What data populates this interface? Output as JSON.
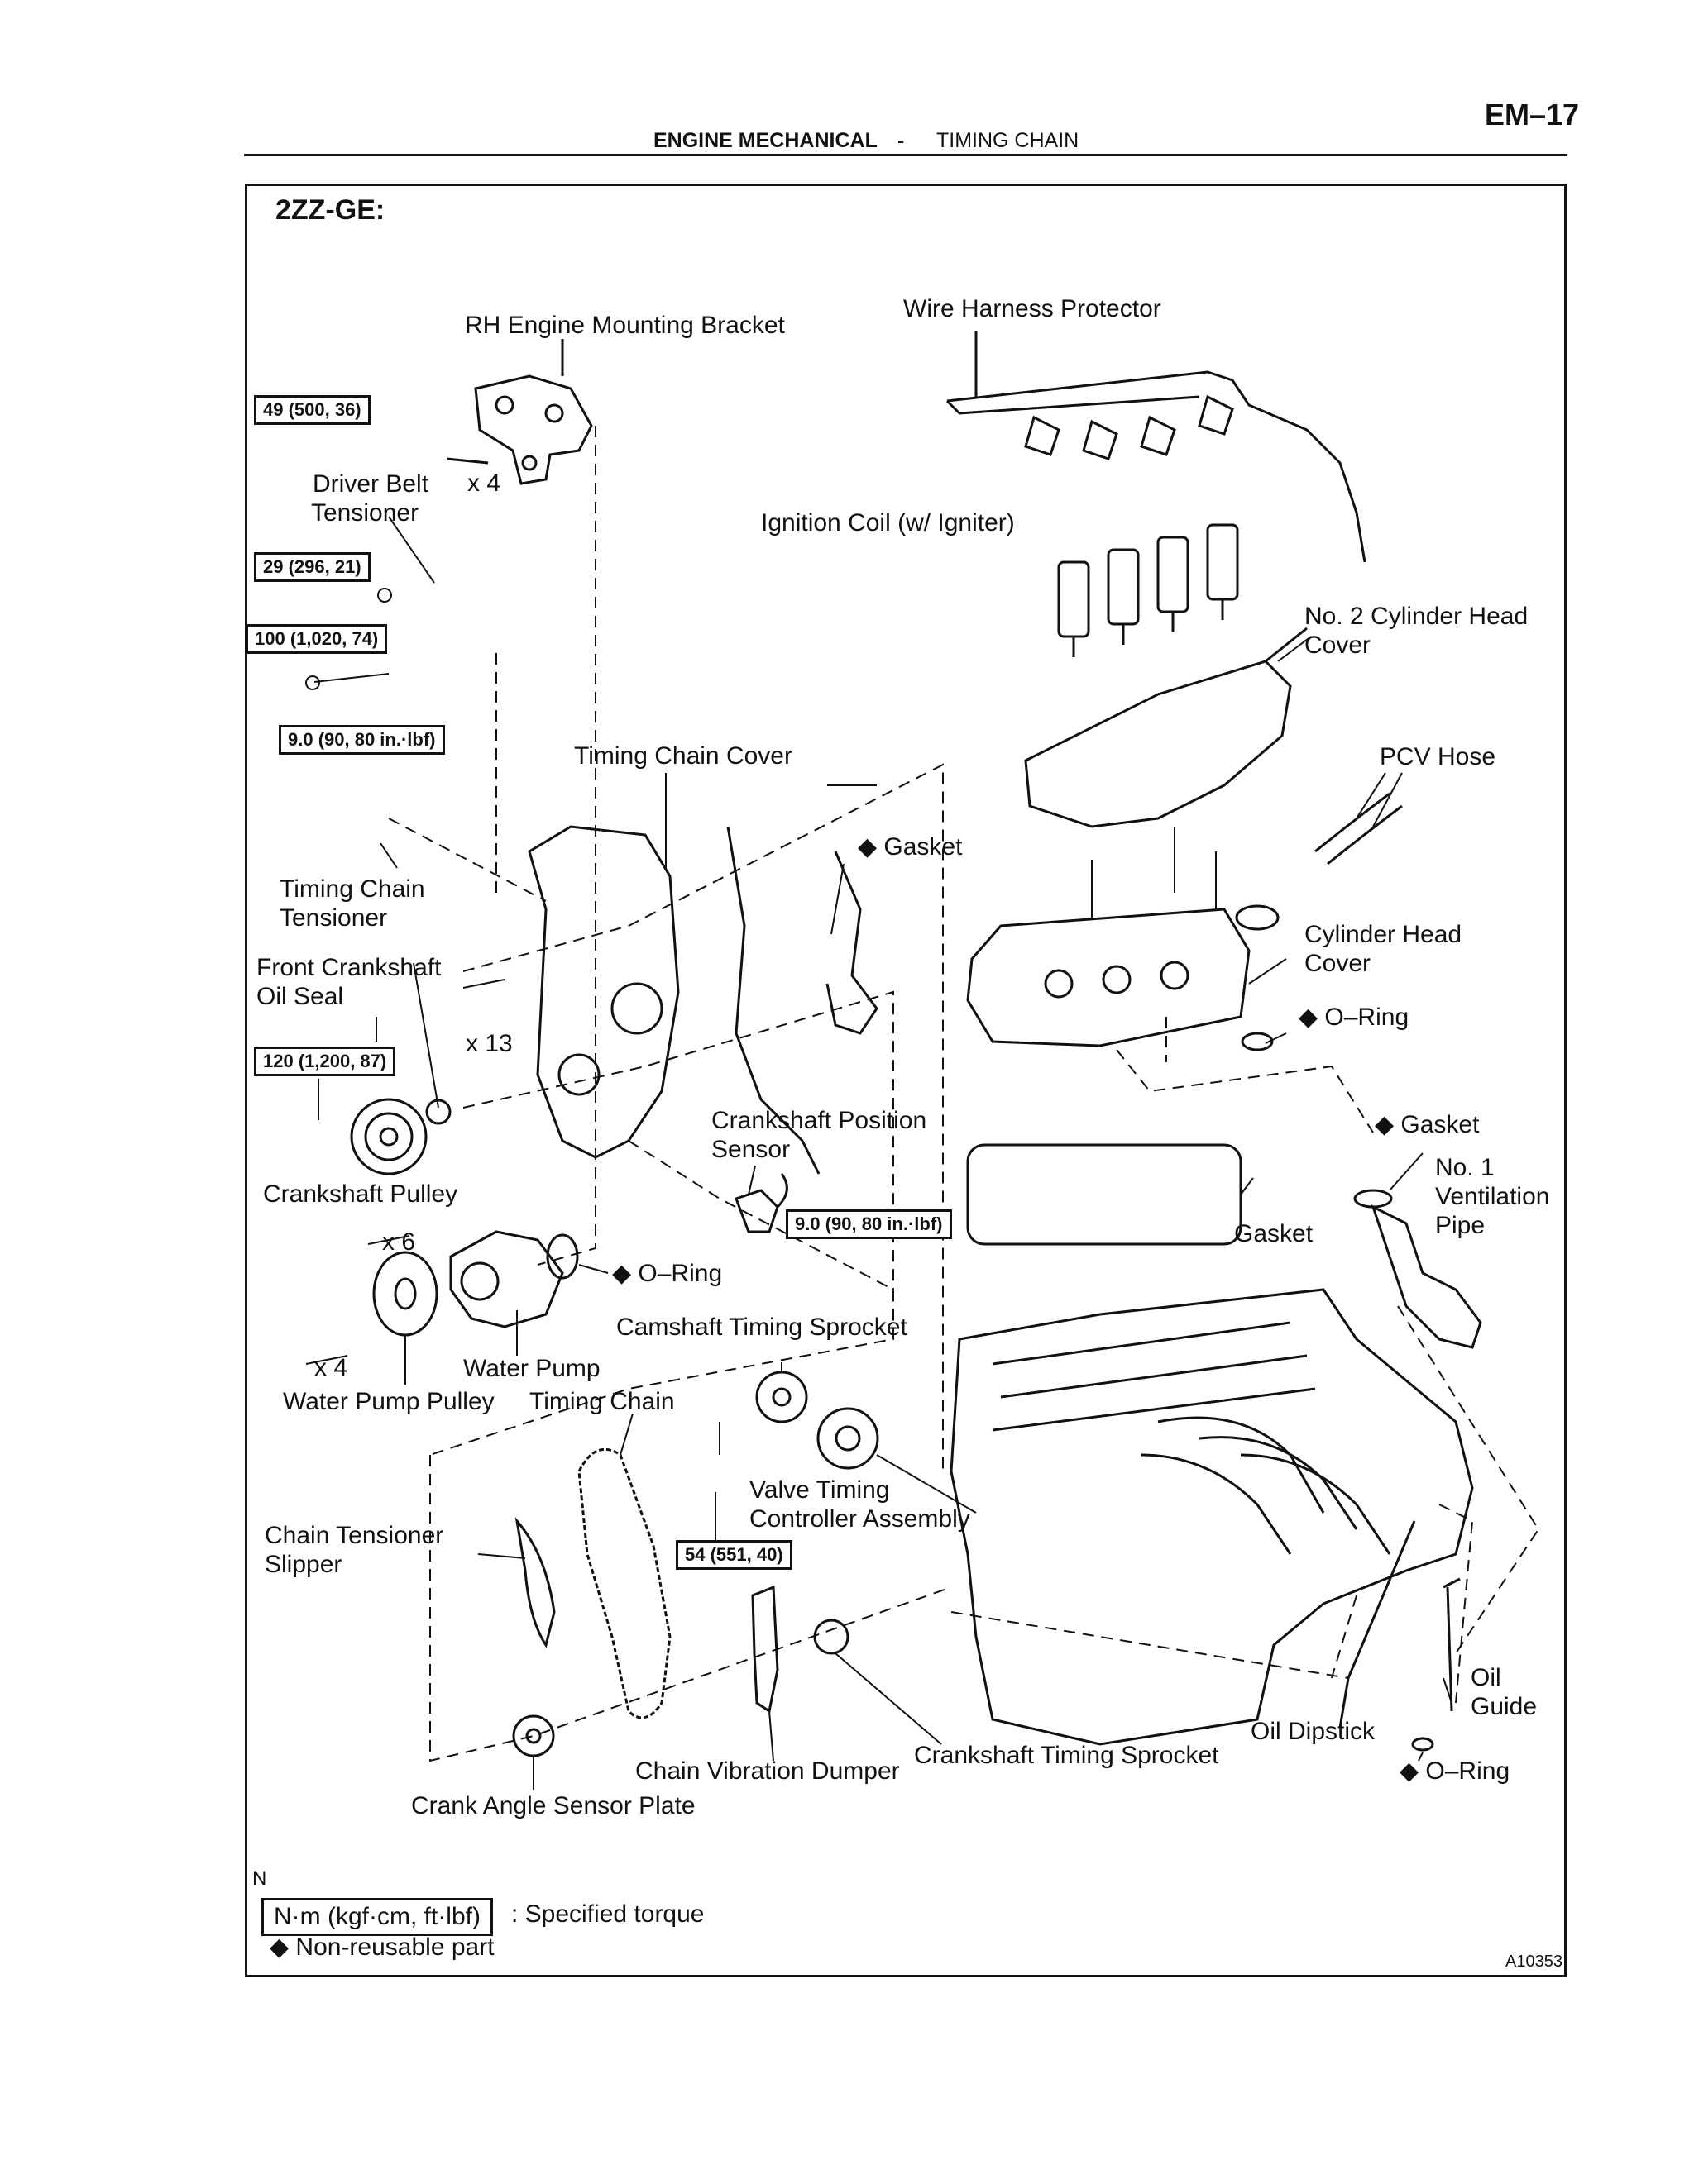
{
  "header": {
    "page_number": "EM–17",
    "section": "ENGINE MECHANICAL",
    "separator": "-",
    "subsection": "TIMING CHAIN"
  },
  "engine_code": "2ZZ-GE:",
  "labels": {
    "rh_bracket": "RH Engine Mounting Bracket",
    "wire_harness": "Wire Harness Protector",
    "x4_a": "x 4",
    "driver_belt_1": "Driver Belt",
    "driver_belt_2": "Tensioner",
    "ignition_coil": "Ignition Coil (w/ Igniter)",
    "no2_head_cover_1": "No. 2 Cylinder Head",
    "no2_head_cover_2": "Cover",
    "timing_chain_cover": "Timing Chain Cover",
    "pcv_hose": "PCV Hose",
    "gasket_a": "◆ Gasket",
    "tct_1": "Timing Chain",
    "tct_2": "Tensioner",
    "head_cover_1": "Cylinder Head",
    "head_cover_2": "Cover",
    "front_seal_1": "Front Crankshaft",
    "front_seal_2": "Oil Seal",
    "o_ring_a": "◆ O–Ring",
    "x13": "x 13",
    "ckp_1": "Crankshaft Position",
    "ckp_2": "Sensor",
    "gasket_b": "◆ Gasket",
    "vent_1": "No. 1",
    "vent_2": "Ventilation",
    "vent_3": "Pipe",
    "crank_pulley": "Crankshaft Pulley",
    "gasket_c": "Gasket",
    "x6": "x 6",
    "o_ring_b": "◆ O–Ring",
    "cam_sprocket": "Camshaft Timing Sprocket",
    "x4_b": "x 4",
    "water_pump": "Water Pump",
    "wp_pulley": "Water Pump Pulley",
    "timing_chain": "Timing Chain",
    "vvt_1": "Valve Timing",
    "vvt_2": "Controller Assembly",
    "slipper_1": "Chain Tensioner",
    "slipper_2": "Slipper",
    "oil_guide_1": "Oil",
    "oil_guide_2": "Guide",
    "oil_dipstick": "Oil Dipstick",
    "o_ring_c": "◆ O–Ring",
    "damper": "Chain Vibration Dumper",
    "crank_sprocket": "Crankshaft Timing Sprocket",
    "crank_angle_plate": "Crank Angle Sensor Plate",
    "n_mark": "N"
  },
  "torques": {
    "t1": "49 (500, 36)",
    "t2": "29 (296, 21)",
    "t3": "100 (1,020, 74)",
    "t4": "9.0 (90, 80 in.·lbf)",
    "t5": "120 (1,200, 87)",
    "t6": "9.0 (90, 80 in.·lbf)",
    "t7": "54 (551, 40)"
  },
  "legend": {
    "unit_box": "N·m (kgf·cm, ft·lbf)",
    "unit_desc": ": Specified torque",
    "non_reusable": "◆ Non-reusable  part"
  },
  "figure_id": "A10353"
}
